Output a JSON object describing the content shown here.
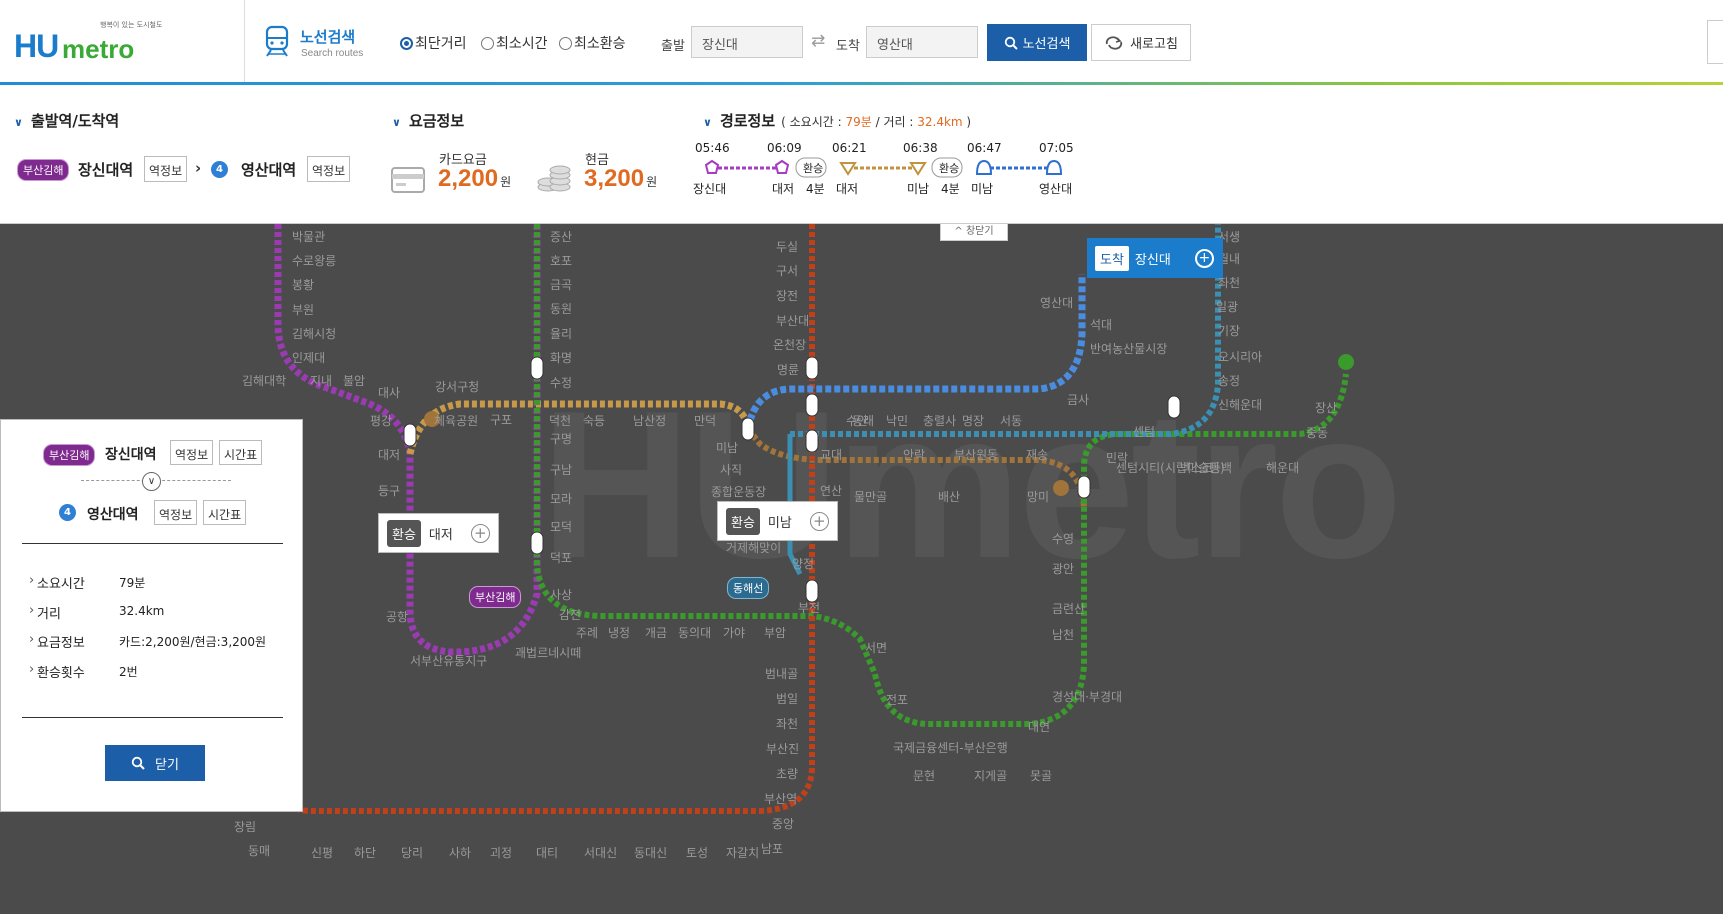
{
  "header": {
    "logo_tagline": "행복이 있는 도시철도",
    "logo_hu": "HU",
    "logo_metro": "metro",
    "search_title": "노선검색",
    "search_subtitle": "Search routes",
    "options": [
      "최단거리",
      "최소시간",
      "최소환승"
    ],
    "selected_option": "최단거리",
    "depart_label": "출발",
    "depart_value": "장신대",
    "arrive_label": "도착",
    "arrive_value": "영산대",
    "search_button": "노선검색",
    "refresh_button": "새로고침"
  },
  "info": {
    "stations_heading": "출발역/도착역",
    "from_line": "부산김해",
    "from_station": "장신대역",
    "to_line_number": "4",
    "to_station": "영산대역",
    "station_info_button": "역정보",
    "fare_heading": "요금정보",
    "card_label": "카드요금",
    "card_fare": "2,200",
    "cash_label": "현금",
    "cash_fare": "3,200",
    "won": "원",
    "route_heading": "경로정보",
    "route_summary_prefix": "( 소요시간 : ",
    "route_time": "79분",
    "route_summary_mid": " / 거리 : ",
    "route_distance": "32.4km",
    "route_summary_suffix": " )",
    "times": [
      "05:46",
      "06:09",
      "06:21",
      "06:38",
      "06:47",
      "07:05"
    ],
    "stops": [
      "장신대",
      "대저",
      "4분",
      "대저",
      "미남",
      "4분",
      "미남",
      "영산대"
    ],
    "transfer_label": "환승"
  },
  "map": {
    "watermark": "HUmetro",
    "collapse_tab": "창닫기",
    "transfer_tag": "환승",
    "callout_a": "대저",
    "callout_b": "미남",
    "arrive_tag": "도착",
    "arrive_station": "장신대",
    "line_badge_bg": "부산김해",
    "line_badge_dh": "동해선",
    "labels": {
      "purple": [
        "박물관",
        "수로왕릉",
        "봉황",
        "부원",
        "김해시청",
        "인제대",
        "김해대학",
        "지내",
        "불암",
        "대사",
        "평강",
        "대저",
        "등구",
        "공항",
        "서부산유통지구",
        "괘법르네시떼"
      ],
      "line3": [
        "강서구청",
        "체육공원",
        "구포",
        "덕천",
        "숙등",
        "남산정",
        "만덕",
        "미남"
      ],
      "green": [
        "증산",
        "호포",
        "금곡",
        "동원",
        "율리",
        "화명",
        "수정",
        "구명",
        "구남",
        "모라",
        "모덕",
        "덕포",
        "사상",
        "감전",
        "주례",
        "냉정",
        "개금",
        "동의대",
        "가야",
        "부암",
        "서면",
        "전포",
        "국제금융센터-부산은행",
        "문현",
        "지게골",
        "못골",
        "대연",
        "경성대·부경대",
        "남천",
        "금련산",
        "광안",
        "수영",
        "민락",
        "센텀시티(시립미술관)",
        "벡스코",
        "동백",
        "해운대",
        "중동",
        "장산",
        "센텀"
      ],
      "red": [
        "두실",
        "구서",
        "장전",
        "부산대",
        "온천장",
        "명륜",
        "동래",
        "교대",
        "연산",
        "양정",
        "부전",
        "범내골",
        "범일",
        "좌천",
        "부산진",
        "초량",
        "부산역",
        "중앙",
        "남포",
        "자갈치",
        "토성",
        "동대신",
        "서대신",
        "대티",
        "괴정",
        "사하",
        "당리",
        "하단",
        "신평",
        "동매",
        "장림"
      ],
      "blue": [
        "수안",
        "낙민",
        "충렬사",
        "명장",
        "서동",
        "금사",
        "반여농산물시장",
        "석대",
        "영산대"
      ],
      "line3b": [
        "사직",
        "종합운동장",
        "거제",
        "물만골",
        "배산",
        "망미"
      ],
      "teal": [
        "안락",
        "부산원동",
        "재송",
        "기장",
        "오시리아",
        "송정",
        "신해운대",
        "일광",
        "좌천",
        "월내",
        "서생",
        "거제해맞이"
      ]
    }
  },
  "panel": {
    "from_line": "부산김해",
    "from_station": "장신대역",
    "to_line_number": "4",
    "to_station": "영산대역",
    "info_button": "역정보",
    "timetable_button": "시간표",
    "rows": [
      {
        "label": "소요시간",
        "value": "79분"
      },
      {
        "label": "거리",
        "value": "32.4km"
      },
      {
        "label": "요금정보",
        "value": "카드:2,200원/현금:3,200원"
      },
      {
        "label": "환승횟수",
        "value": "2번"
      }
    ],
    "close_button": "닫기"
  }
}
